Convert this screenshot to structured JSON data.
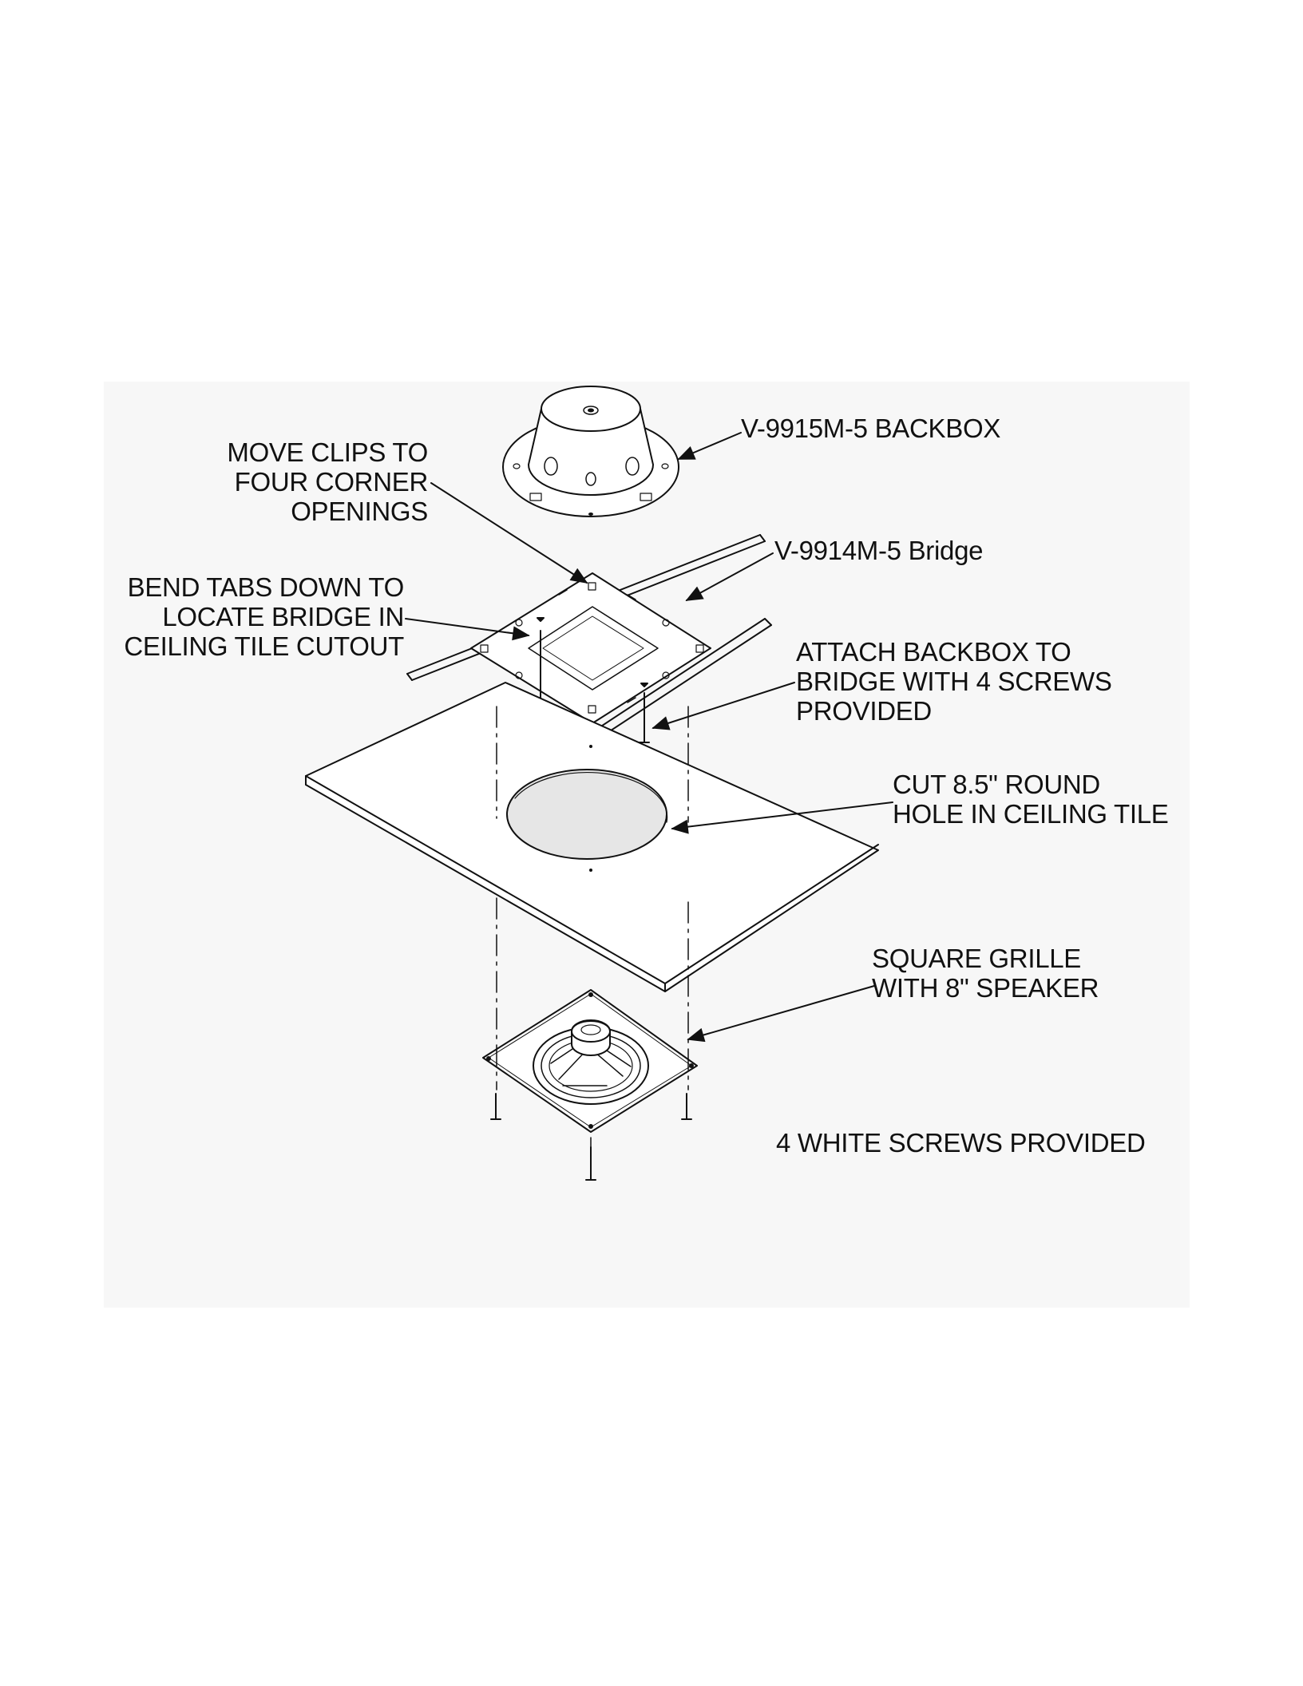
{
  "labels": {
    "backbox": "V-9915M-5 BACKBOX",
    "clips": [
      "MOVE CLIPS TO",
      "FOUR CORNER",
      "OPENINGS"
    ],
    "bridge": "V-9914M-5 Bridge",
    "tabs": [
      "BEND TABS DOWN TO",
      "LOCATE BRIDGE IN",
      "CEILING TILE CUTOUT"
    ],
    "attach": [
      "ATTACH BACKBOX TO",
      "BRIDGE WITH 4 SCREWS",
      "PROVIDED"
    ],
    "cut": [
      "CUT 8.5\" ROUND",
      "HOLE IN CEILING TILE"
    ],
    "grille": [
      "SQUARE GRILLE",
      "WITH 8\" SPEAKER"
    ],
    "screws": "4 WHITE SCREWS PROVIDED"
  },
  "colors": {
    "ink": "#111111",
    "panel": "#f7f7f7",
    "hole": "#e6e6e6"
  }
}
